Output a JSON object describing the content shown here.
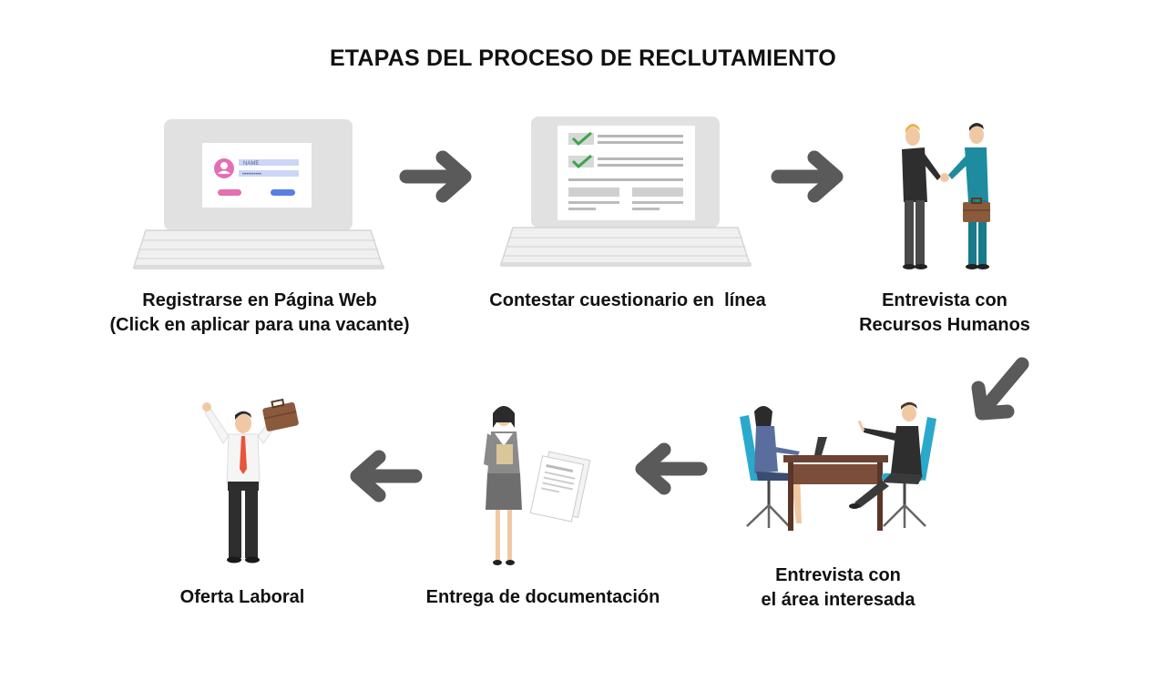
{
  "title": "ETAPAS DEL PROCESO DE RECLUTAMIENTO",
  "steps": [
    {
      "line1": "Registrarse en Página Web",
      "line2": "(Click en aplicar para una vacante)",
      "icon": "laptop-register-icon"
    },
    {
      "line1": "Contestar cuestionario en  línea",
      "line2": "",
      "icon": "laptop-questionnaire-icon"
    },
    {
      "line1": "Entrevista con",
      "line2": "Recursos Humanos",
      "icon": "handshake-icon"
    },
    {
      "line1": "Entrevista con",
      "line2": "el área interesada",
      "icon": "interview-desk-icon"
    },
    {
      "line1": "Entrega de documentación",
      "line2": "",
      "icon": "woman-documents-icon"
    },
    {
      "line1": "Oferta Laboral",
      "line2": "",
      "icon": "job-offer-celebration-icon"
    }
  ],
  "form": {
    "name_placeholder": "NAME",
    "password_mask": "••••••••••"
  },
  "colors": {
    "arrow": "#5a5a5a",
    "laptop_screen": "#e1e1e1",
    "check": "#3aa64a",
    "pink": "#e56fb3",
    "blue": "#5b7ee5",
    "chair": "#2aa9cc",
    "desk": "#6b4333"
  }
}
